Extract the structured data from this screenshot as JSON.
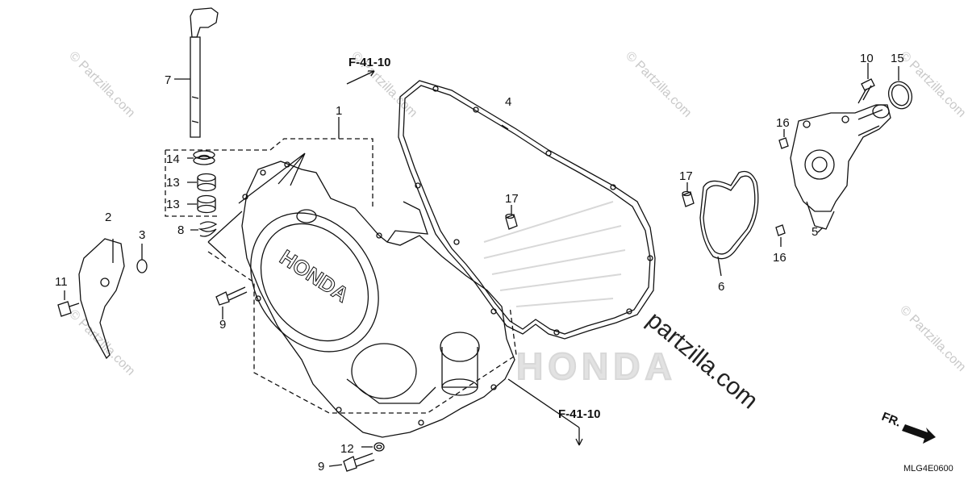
{
  "diagram": {
    "callouts": {
      "c1": "1",
      "c2": "2",
      "c3": "3",
      "c4": "4",
      "c5": "5",
      "c6": "6",
      "c7": "7",
      "c8": "8",
      "c9a": "9",
      "c9b": "9",
      "c10": "10",
      "c11": "11",
      "c12": "12",
      "c13a": "13",
      "c13b": "13",
      "c14": "14",
      "c15": "15",
      "c16a": "16",
      "c16b": "16",
      "c17a": "17",
      "c17b": "17"
    },
    "references": {
      "top": "F-41-10",
      "bottom": "F-41-10"
    },
    "direction_label": "FR.",
    "diagram_code": "MLG4E0600",
    "cover_emblem": "HONDA",
    "watermark_text": "partzilla.com",
    "watermark_small": "© Partzilla.com",
    "colors": {
      "line": "#111111",
      "watermark": "#c9c9c9",
      "background": "#ffffff"
    }
  }
}
